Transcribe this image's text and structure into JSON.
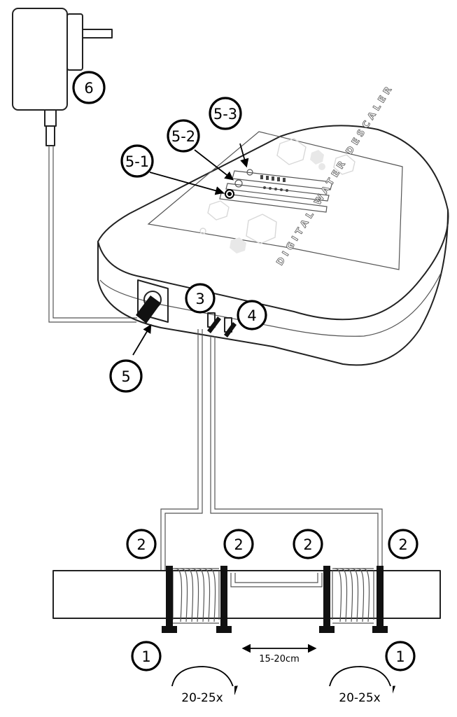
{
  "device": {
    "name": "DIGITAL WATER DESCALER"
  },
  "callouts": [
    {
      "id": "6",
      "label": "6",
      "target": "power-adapter"
    },
    {
      "id": "5-3",
      "label": "5-3",
      "target": "indicator-5-3"
    },
    {
      "id": "5-2",
      "label": "5-2",
      "target": "indicator-5-2"
    },
    {
      "id": "5-1",
      "label": "5-1",
      "target": "indicator-5-1"
    },
    {
      "id": "3",
      "label": "3",
      "target": "cable-port-3"
    },
    {
      "id": "4",
      "label": "4",
      "target": "cable-port-4"
    },
    {
      "id": "5",
      "label": "5",
      "target": "power-socket"
    },
    {
      "id": "2a",
      "label": "2",
      "target": "coil-wire-end"
    },
    {
      "id": "2b",
      "label": "2",
      "target": "coil-wire-end"
    },
    {
      "id": "2c",
      "label": "2",
      "target": "coil-wire-end"
    },
    {
      "id": "2d",
      "label": "2",
      "target": "coil-wire-end"
    },
    {
      "id": "1a",
      "label": "1",
      "target": "cable-tie"
    },
    {
      "id": "1b",
      "label": "1",
      "target": "cable-tie"
    }
  ],
  "dimension": {
    "coil_spacing": "15-20cm"
  },
  "winding": {
    "left": "20-25x",
    "right": "20-25x"
  },
  "colors": {
    "outline": "#222222",
    "callout_border": "#000000",
    "hexagon_pattern": "#d8d8d8",
    "tie_black": "#111111"
  }
}
